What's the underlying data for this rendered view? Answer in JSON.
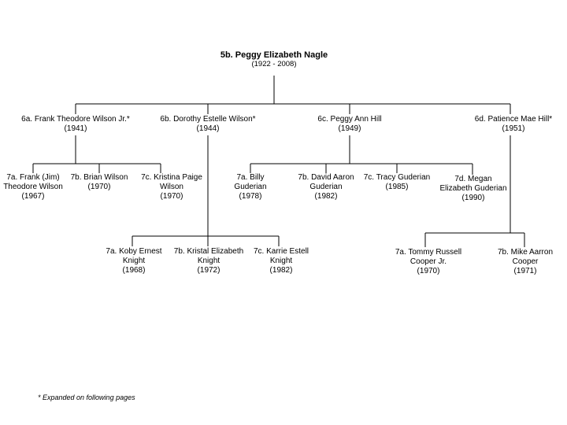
{
  "root": {
    "name": "5b. Peggy Elizabeth Nagle",
    "years": "(1922 - 2008)"
  },
  "gen6": [
    {
      "line1": "6a. Frank Theodore Wilson Jr.*",
      "line2": "(1941)"
    },
    {
      "line1": "6b. Dorothy Estelle Wilson*",
      "line2": "(1944)"
    },
    {
      "line1": "6c. Peggy Ann Hill",
      "line2": "(1949)"
    },
    {
      "line1": "6d. Patience Mae Hill*",
      "line2": "(1951)"
    }
  ],
  "gen7_wilson": [
    {
      "lines": [
        "7a. Frank (Jim)",
        "Theodore Wilson",
        "(1967)"
      ]
    },
    {
      "lines": [
        "7b. Brian Wilson",
        "(1970)"
      ]
    },
    {
      "lines": [
        "7c. Kristina Paige",
        "Wilson",
        "(1970)"
      ]
    }
  ],
  "gen7_knight": [
    {
      "lines": [
        "7a. Koby Ernest",
        "Knight",
        "(1968)"
      ]
    },
    {
      "lines": [
        "7b. Kristal Elizabeth",
        "Knight",
        "(1972)"
      ]
    },
    {
      "lines": [
        "7c. Karrie Estell",
        "Knight",
        "(1982)"
      ]
    }
  ],
  "gen7_guderian": [
    {
      "lines": [
        "7a. Billy",
        "Guderian",
        "(1978)"
      ]
    },
    {
      "lines": [
        "7b. David Aaron",
        "Guderian",
        "(1982)"
      ]
    },
    {
      "lines": [
        "7c. Tracy Guderian",
        "(1985)"
      ]
    },
    {
      "lines": [
        "7d. Megan",
        "Elizabeth Guderian",
        "(1990)"
      ]
    }
  ],
  "gen7_cooper": [
    {
      "lines": [
        "7a. Tommy Russell",
        "Cooper Jr.",
        "(1970)"
      ]
    },
    {
      "lines": [
        "7b. Mike Aarron",
        "Cooper",
        "(1971)"
      ]
    }
  ],
  "footnote": "* Expanded on following pages",
  "line_color": "#000000"
}
